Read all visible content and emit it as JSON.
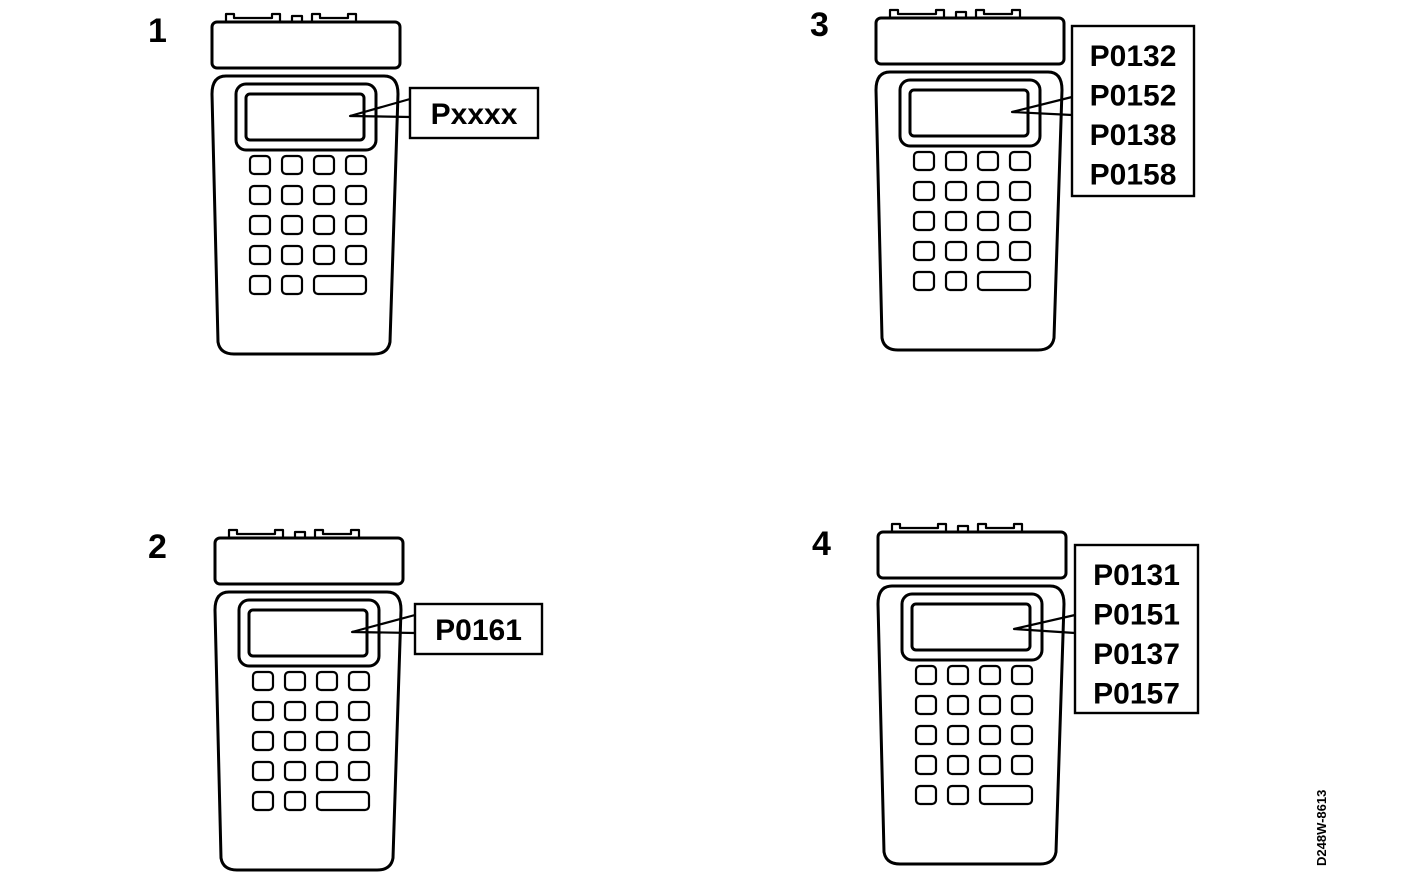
{
  "panels": [
    {
      "number": "1",
      "codes": [
        "Pxxxx"
      ]
    },
    {
      "number": "2",
      "codes": [
        "P0161"
      ]
    },
    {
      "number": "3",
      "codes": [
        "P0132",
        "P0152",
        "P0138",
        "P0158"
      ]
    },
    {
      "number": "4",
      "codes": [
        "P0131",
        "P0151",
        "P0137",
        "P0157"
      ]
    }
  ],
  "figure_ref": "D248W-8613",
  "colors": {
    "ink": "#000000",
    "paper": "#ffffff"
  },
  "icons": [
    "scan-tool-icon",
    "connector-icon",
    "display-icon",
    "keypad-icon"
  ]
}
